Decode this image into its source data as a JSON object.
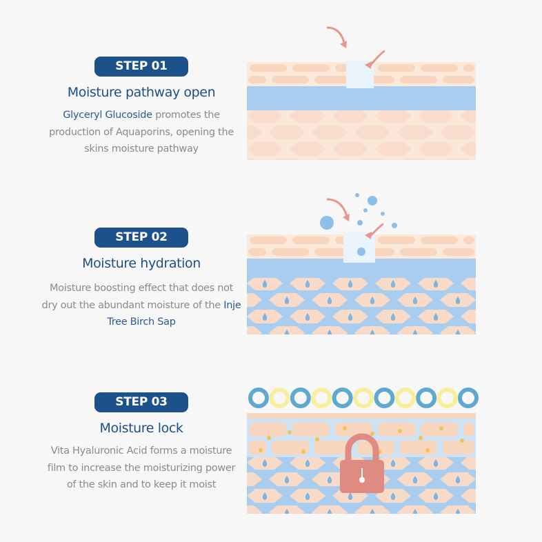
{
  "steps": [
    {
      "badge": "STEP 01",
      "title": "Moisture pathway open",
      "desc_highlight": "Glyceryl Glucoside",
      "desc_rest": " promotes the production of Aquaporins, opening the skins moisture pathway"
    },
    {
      "badge": "STEP 02",
      "title": "Moisture hydration",
      "desc_pre": "Moisture boosting effect that does not dry out the abundant moisture of the ",
      "desc_highlight": "Inje Tree Birch Sap"
    },
    {
      "badge": "STEP 03",
      "title": "Moisture lock",
      "desc": "Vita Hyaluronic Acid  forms a moisture film to increase the moisturizing power of the skin and to keep it moist"
    }
  ],
  "colors": {
    "badge": "#1d5189",
    "skin": "#f7d6bd",
    "water": "#a9cdee",
    "lock": "#e08b82"
  }
}
